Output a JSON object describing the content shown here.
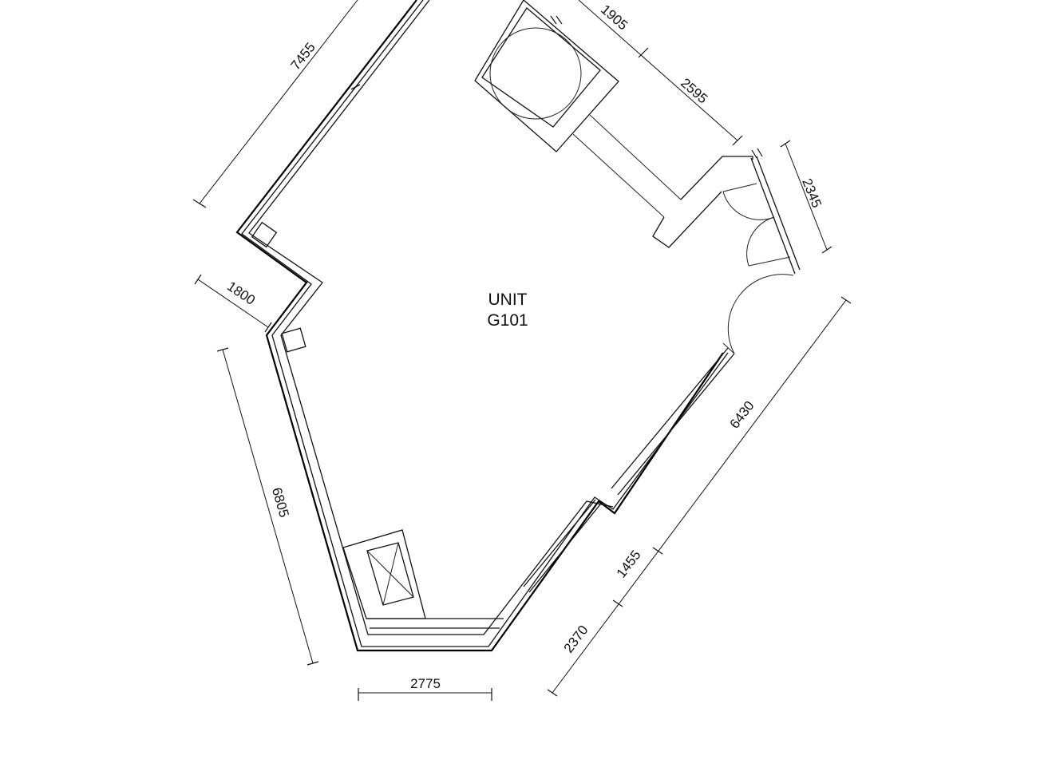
{
  "unit": {
    "line1": "UNIT",
    "line2": "G101"
  },
  "dimensions": {
    "d7455": "7455",
    "d1905": "1905",
    "d2595": "2595",
    "d2345": "2345",
    "d1800": "1800",
    "d6805": "6805",
    "d6430": "6430",
    "d1455": "1455",
    "d2370": "2370",
    "d2775": "2775"
  }
}
